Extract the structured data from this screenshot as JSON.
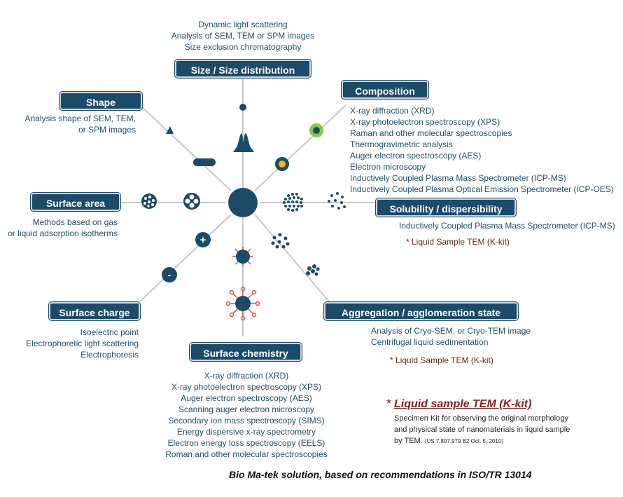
{
  "colors": {
    "navy": "#1c4a69",
    "box_border": "#c9d7e4",
    "spoke": "#c8c8c8",
    "text": "#1f4f6d",
    "green": "#8cc63f",
    "gold": "#f2b705",
    "red": "#d9553b",
    "kit_text": "#6b2a12",
    "note_title": "#8b1c1c"
  },
  "boxes": {
    "size": "Size / Size distribution",
    "composition": "Composition",
    "shape": "Shape",
    "surface_area": "Surface area",
    "solubility": "Solubility / dispersibility",
    "surface_charge": "Surface charge",
    "surface_chemistry": "Surface chemistry",
    "aggregation": "Aggregation / agglomeration state"
  },
  "methods": {
    "size": [
      "Dynamic light scattering",
      "Analysis of SEM, TEM or SPM images",
      "Size exclusion chromatography"
    ],
    "composition": [
      "X-ray diffraction (XRD)",
      "X-ray photoelectron spectroscopy (XPS)",
      "Raman and other molecular spectroscopies",
      "Thermogravimetric analysis",
      "Auger electron spectroscopy (AES)",
      "Electron microscopy",
      "Inductively Coupled Plasma  Mass Spectrometer (ICP-MS)",
      "Inductively Coupled Plasma  Optical Emission Spectrometer (ICP-OES)"
    ],
    "shape": [
      "Analysis shape of SEM, TEM,",
      "or SPM images"
    ],
    "surface_area": [
      "Methods based on gas",
      "or liquid  adsorption isotherms"
    ],
    "solubility": [
      "Inductively Coupled Plasma  Mass Spectrometer (ICP-MS)"
    ],
    "surface_charge": [
      "Isoelectric point",
      "Electrophoretic light scattering",
      "Electrophoresis"
    ],
    "aggregation": [
      "Analysis of Cryo-SEM, or Cryo-TEM image",
      "Centrifugal liquid sedimentation"
    ],
    "surface_chemistry": [
      "X-ray diffraction (XRD)",
      "X-ray photoelectron spectroscopy (XPS)",
      "Auger electron spectroscopy (AES)",
      "Scanning auger electron microscopy",
      "Secondary ion mass spectroscopy (SIMS)",
      "Energy dispersive x-ray spectrometry",
      "Electron energy loss spectroscopy (EELS)",
      "Roman and other molecular spectroscopies"
    ]
  },
  "kit_notes": {
    "solubility": "* Liquid Sample TEM (K-kit)",
    "aggregation": "* Liquid Sample TEM (K-kit)"
  },
  "note": {
    "star": "*",
    "title": "Liquid sample TEM (K-kit)",
    "body": [
      "Specimen Kit for observing the original morphology",
      "and physical state of nanomaterials in liquid sample"
    ],
    "body_last": "by TEM.",
    "patent": "(US 7,807,979 B2 Oct. 5, 2010)"
  },
  "charge_symbols": {
    "plus": "+",
    "minus": "-"
  },
  "footer": "Bio Ma-tek solution, based on recommendations  in ISO/TR 13014"
}
